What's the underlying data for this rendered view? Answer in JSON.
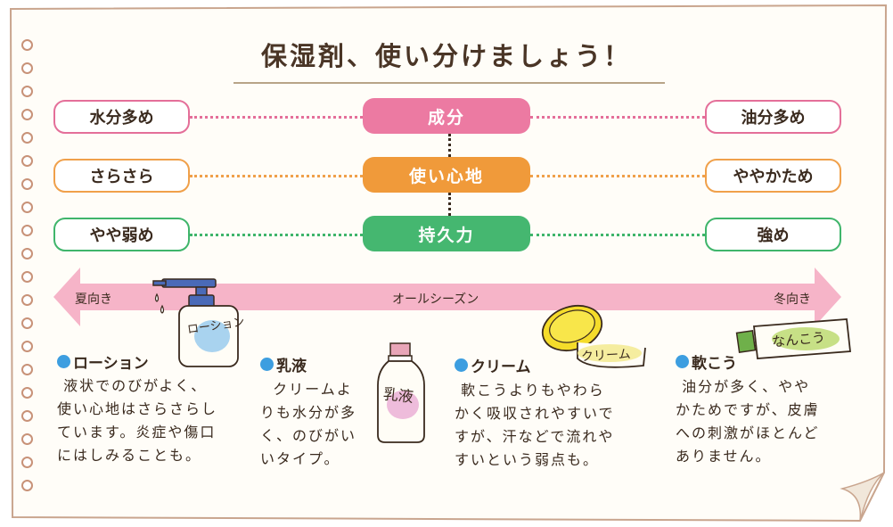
{
  "title": "保湿剤、使い分けましょう！",
  "rows": [
    {
      "left": "水分多め",
      "center": "成分",
      "right": "油分多め"
    },
    {
      "left": "さらさら",
      "center": "使い心地",
      "right": "ややかため"
    },
    {
      "left": "やや弱め",
      "center": "持久力",
      "right": "強め"
    }
  ],
  "arrow": {
    "left": "夏向き",
    "center": "オールシーズン",
    "right": "冬向き"
  },
  "products": [
    {
      "name": "ローション",
      "label": "ローション",
      "text": " 液状でのびがよく、\n使い心地はさらさらし\nています。炎症や傷口\nにはしみることも。"
    },
    {
      "name": "乳液",
      "label": "乳液",
      "text": "  クリームよ\nりも水分が多\nく、のびがい\nいタイプ。"
    },
    {
      "name": "クリーム",
      "label": "クリーム",
      "text": " 軟こうよりもやわら\nかく吸収されやすいで\nすが、汗などで流れや\nすいという弱点も。"
    },
    {
      "name": "軟こう",
      "label": "なんこう",
      "text": " 油分が多く、やや\nかためですが、皮膚\nへの刺激がほとんど\nありません。"
    }
  ],
  "colors": {
    "pink": "#ec7aa2",
    "orange": "#f09a3a",
    "green": "#45b770",
    "arrow": "#f6b4c8",
    "accent_dot": "#3d9ee0"
  }
}
